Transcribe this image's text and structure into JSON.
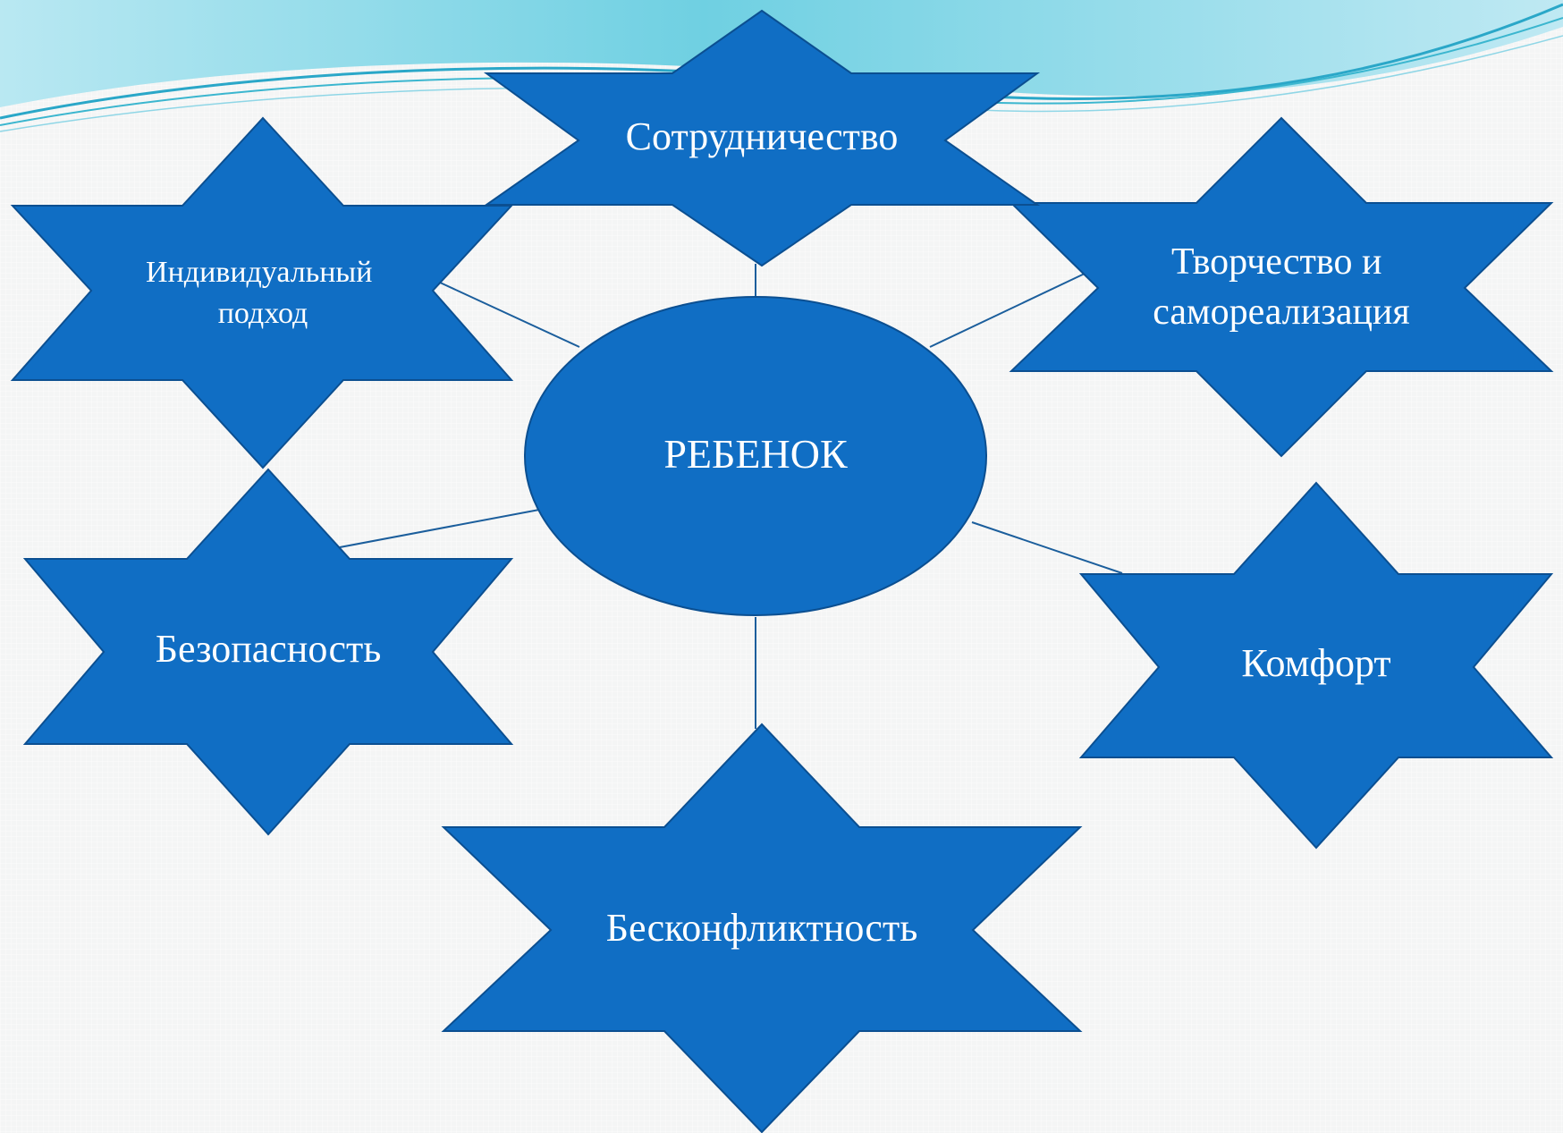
{
  "diagram": {
    "center": {
      "label": "РЕБЕНОК"
    },
    "nodes": [
      {
        "id": "cooperation",
        "lines": [
          "Сотрудничество"
        ]
      },
      {
        "id": "individual-approach",
        "lines": [
          "Индивидуальный",
          "подход"
        ]
      },
      {
        "id": "creativity",
        "lines": [
          "Творчество и",
          "самореализация"
        ]
      },
      {
        "id": "safety",
        "lines": [
          "Безопасность"
        ]
      },
      {
        "id": "comfort",
        "lines": [
          "Комфорт"
        ]
      },
      {
        "id": "conflict-free",
        "lines": [
          "Бесконфликтность"
        ]
      }
    ]
  },
  "colors": {
    "shape_fill": "#106ec4",
    "shape_stroke": "#0b4f91",
    "connector": "#1b5e9c",
    "label": "#ffffff",
    "wave_light": "#a9e3f0",
    "wave_mid": "#62cde0",
    "wave_dark": "#27a9c9"
  }
}
